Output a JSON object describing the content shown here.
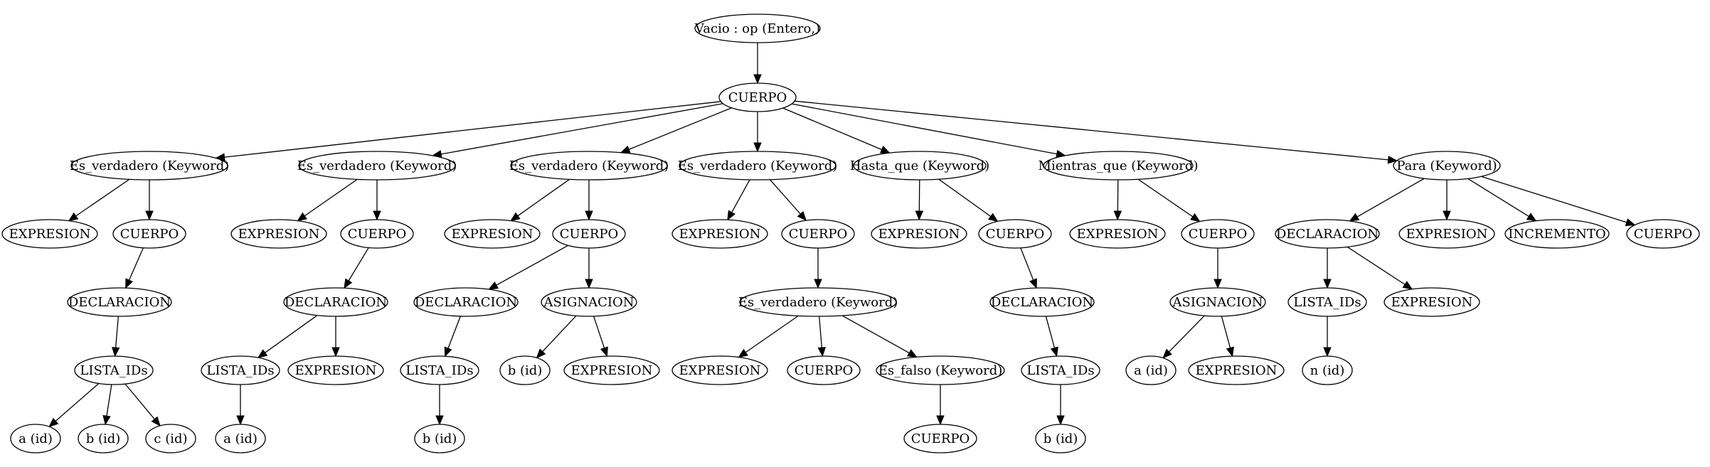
{
  "nodes": [
    {
      "id": "root",
      "label": "Vacio : op (Entero,)"
    },
    {
      "id": "cuerpo_main",
      "label": "CUERPO"
    },
    {
      "id": "ev1",
      "label": "Es_verdadero (Keyword)"
    },
    {
      "id": "ev1_expr",
      "label": "EXPRESION"
    },
    {
      "id": "ev1_cuerpo",
      "label": "CUERPO"
    },
    {
      "id": "ev1_decl",
      "label": "DECLARACION"
    },
    {
      "id": "ev1_lista",
      "label": "LISTA_IDs"
    },
    {
      "id": "ev1_a",
      "label": "a (id)"
    },
    {
      "id": "ev1_b",
      "label": "b (id)"
    },
    {
      "id": "ev1_c",
      "label": "c (id)"
    },
    {
      "id": "ev2",
      "label": "Es_verdadero (Keyword)"
    },
    {
      "id": "ev2_expr",
      "label": "EXPRESION"
    },
    {
      "id": "ev2_cuerpo",
      "label": "CUERPO"
    },
    {
      "id": "ev2_decl",
      "label": "DECLARACION"
    },
    {
      "id": "ev2_lista",
      "label": "LISTA_IDs"
    },
    {
      "id": "ev2_decl_expr",
      "label": "EXPRESION"
    },
    {
      "id": "ev2_a",
      "label": "a (id)"
    },
    {
      "id": "ev3",
      "label": "Es_verdadero (Keyword)"
    },
    {
      "id": "ev3_expr",
      "label": "EXPRESION"
    },
    {
      "id": "ev3_cuerpo",
      "label": "CUERPO"
    },
    {
      "id": "ev3_decl",
      "label": "DECLARACION"
    },
    {
      "id": "ev3_asig",
      "label": "ASIGNACION"
    },
    {
      "id": "ev3_lista",
      "label": "LISTA_IDs"
    },
    {
      "id": "ev3_asig_b",
      "label": "b (id)"
    },
    {
      "id": "ev3_asig_expr",
      "label": "EXPRESION"
    },
    {
      "id": "ev3_b",
      "label": "b (id)"
    },
    {
      "id": "ev4",
      "label": "Es_verdadero (Keyword)"
    },
    {
      "id": "ev4_expr",
      "label": "EXPRESION"
    },
    {
      "id": "ev4_cuerpo",
      "label": "CUERPO"
    },
    {
      "id": "ev4_inner",
      "label": "Es_verdadero (Keyword)"
    },
    {
      "id": "ev4_inner_expr",
      "label": "EXPRESION"
    },
    {
      "id": "ev4_inner_cuerpo",
      "label": "CUERPO"
    },
    {
      "id": "ev4_falso",
      "label": "Es_falso (Keyword)"
    },
    {
      "id": "ev4_falso_cuerpo",
      "label": "CUERPO"
    },
    {
      "id": "hq",
      "label": "Hasta_que (Keyword)"
    },
    {
      "id": "hq_expr",
      "label": "EXPRESION"
    },
    {
      "id": "hq_cuerpo",
      "label": "CUERPO"
    },
    {
      "id": "hq_decl",
      "label": "DECLARACION"
    },
    {
      "id": "hq_lista",
      "label": "LISTA_IDs"
    },
    {
      "id": "hq_b",
      "label": "b (id)"
    },
    {
      "id": "mq",
      "label": "Mientras_que (Keyword)"
    },
    {
      "id": "mq_expr",
      "label": "EXPRESION"
    },
    {
      "id": "mq_cuerpo",
      "label": "CUERPO"
    },
    {
      "id": "mq_asig",
      "label": "ASIGNACION"
    },
    {
      "id": "mq_a",
      "label": "a (id)"
    },
    {
      "id": "mq_asig_expr",
      "label": "EXPRESION"
    },
    {
      "id": "para",
      "label": "Para (Keyword)"
    },
    {
      "id": "para_decl",
      "label": "DECLARACION"
    },
    {
      "id": "para_expr",
      "label": "EXPRESION"
    },
    {
      "id": "para_inc",
      "label": "INCREMENTO"
    },
    {
      "id": "para_cuerpo",
      "label": "CUERPO"
    },
    {
      "id": "para_lista",
      "label": "LISTA_IDs"
    },
    {
      "id": "para_decl_expr",
      "label": "EXPRESION"
    },
    {
      "id": "para_n",
      "label": "n (id)"
    }
  ],
  "edges": [
    [
      "root",
      "cuerpo_main"
    ],
    [
      "cuerpo_main",
      "ev1"
    ],
    [
      "cuerpo_main",
      "ev2"
    ],
    [
      "cuerpo_main",
      "ev3"
    ],
    [
      "cuerpo_main",
      "ev4"
    ],
    [
      "cuerpo_main",
      "hq"
    ],
    [
      "cuerpo_main",
      "mq"
    ],
    [
      "cuerpo_main",
      "para"
    ],
    [
      "ev1",
      "ev1_expr"
    ],
    [
      "ev1",
      "ev1_cuerpo"
    ],
    [
      "ev1_cuerpo",
      "ev1_decl"
    ],
    [
      "ev1_decl",
      "ev1_lista"
    ],
    [
      "ev1_lista",
      "ev1_a"
    ],
    [
      "ev1_lista",
      "ev1_b"
    ],
    [
      "ev1_lista",
      "ev1_c"
    ],
    [
      "ev2",
      "ev2_expr"
    ],
    [
      "ev2",
      "ev2_cuerpo"
    ],
    [
      "ev2_cuerpo",
      "ev2_decl"
    ],
    [
      "ev2_decl",
      "ev2_lista"
    ],
    [
      "ev2_decl",
      "ev2_decl_expr"
    ],
    [
      "ev2_lista",
      "ev2_a"
    ],
    [
      "ev3",
      "ev3_expr"
    ],
    [
      "ev3",
      "ev3_cuerpo"
    ],
    [
      "ev3_cuerpo",
      "ev3_decl"
    ],
    [
      "ev3_cuerpo",
      "ev3_asig"
    ],
    [
      "ev3_decl",
      "ev3_lista"
    ],
    [
      "ev3_lista",
      "ev3_b"
    ],
    [
      "ev3_asig",
      "ev3_asig_b"
    ],
    [
      "ev3_asig",
      "ev3_asig_expr"
    ],
    [
      "ev4",
      "ev4_expr"
    ],
    [
      "ev4",
      "ev4_cuerpo"
    ],
    [
      "ev4_cuerpo",
      "ev4_inner"
    ],
    [
      "ev4_inner",
      "ev4_inner_expr"
    ],
    [
      "ev4_inner",
      "ev4_inner_cuerpo"
    ],
    [
      "ev4_inner",
      "ev4_falso"
    ],
    [
      "ev4_falso",
      "ev4_falso_cuerpo"
    ],
    [
      "hq",
      "hq_expr"
    ],
    [
      "hq",
      "hq_cuerpo"
    ],
    [
      "hq_cuerpo",
      "hq_decl"
    ],
    [
      "hq_decl",
      "hq_lista"
    ],
    [
      "hq_lista",
      "hq_b"
    ],
    [
      "mq",
      "mq_expr"
    ],
    [
      "mq",
      "mq_cuerpo"
    ],
    [
      "mq_cuerpo",
      "mq_asig"
    ],
    [
      "mq_asig",
      "mq_a"
    ],
    [
      "mq_asig",
      "mq_asig_expr"
    ],
    [
      "para",
      "para_decl"
    ],
    [
      "para",
      "para_expr"
    ],
    [
      "para",
      "para_inc"
    ],
    [
      "para",
      "para_cuerpo"
    ],
    [
      "para_decl",
      "para_lista"
    ],
    [
      "para_decl",
      "para_decl_expr"
    ],
    [
      "para_lista",
      "para_n"
    ]
  ]
}
